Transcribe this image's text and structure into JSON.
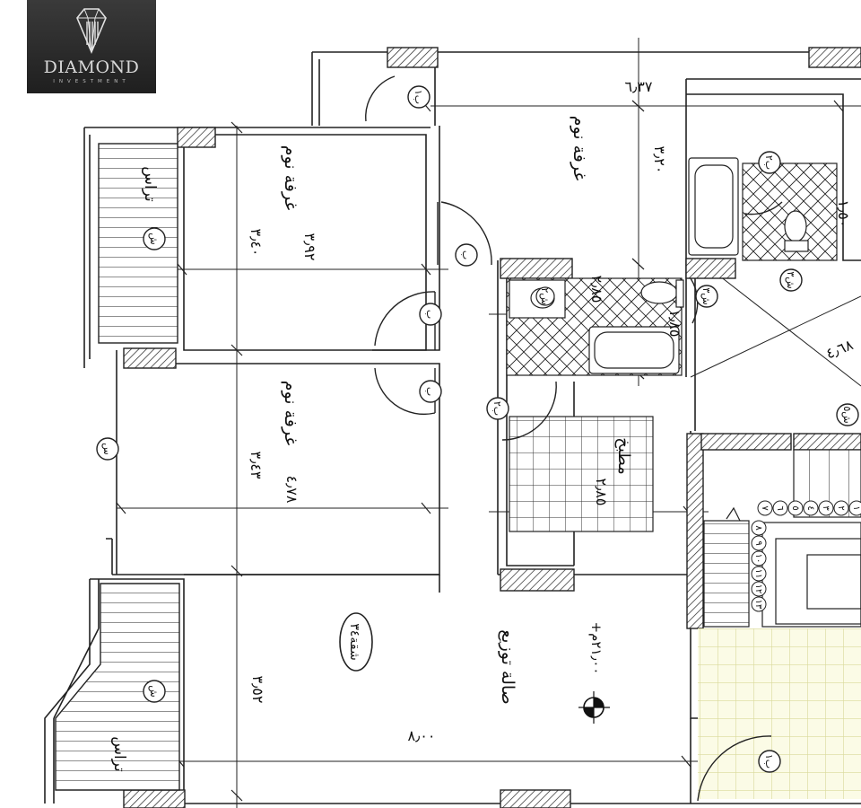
{
  "logo": {
    "brand": "DIAMOND",
    "tagline": "INVESTMENT"
  },
  "rooms": {
    "bedroom1": "غرفة نوم",
    "bedroom2": "غرفة نوم",
    "bedroom3": "غرفة نوم",
    "kitchen": "مطبخ",
    "hall": "صالة توزيع",
    "terrace_top": "تراس",
    "terrace_bottom": "تراس"
  },
  "dimensions": {
    "bedroom1_w": "٦٫٣٧",
    "bedroom1_d": "٣٫٢٠",
    "bedroom2_w": "٣٫٩٢",
    "bedroom2_d": "٣٫٤٠",
    "bedroom3_w": "٤٫٧٨",
    "bedroom3_d": "٣٫٤٣",
    "bath_a": "١٫٥٠",
    "bath_b": "٢٫٨٥",
    "bath_c": "١٫٨٥",
    "kitchen_w": "٢٫٨٥",
    "hall_w": "٨٫٠٠",
    "hall_d": "٣٫٥٢",
    "corridor": "٤٫٦٨"
  },
  "apartment_tag": "شقة٣٤",
  "level": "+٢١٫٠٠م",
  "tags": {
    "door_b": "ب",
    "door_b2": "ب٢",
    "door_b1": "ب١",
    "window_sh": "ش",
    "window_sh2": "ش٢",
    "window_sh3": "ش٣",
    "opening_s": "س",
    "opening_sh5": "ش٥"
  },
  "stair_numbers": [
    "١",
    "٢",
    "٣",
    "٤",
    "٥",
    "٦",
    "٧",
    "٨",
    "٩",
    "١٠",
    "١١",
    "١٢",
    "١٣"
  ]
}
